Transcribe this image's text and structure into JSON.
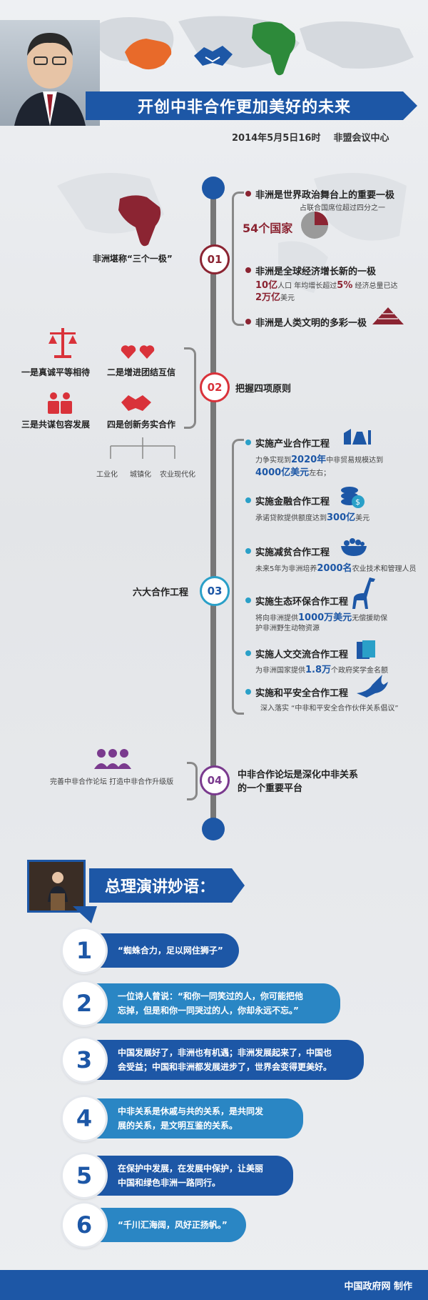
{
  "header": {
    "title": "开创中非合作更加美好的未来",
    "dateline": "2014年5月5日16时    非盟会议中心"
  },
  "section1": {
    "caption": "非洲堪称“三个一极”",
    "num": "01",
    "item1_title": "非洲是世界政治舞台上的重要一极",
    "item1_sub": "占联合国席位超过四分之一",
    "item1_big": "54个国家",
    "item2_title": "非洲是全球经济增长新的一极",
    "item2_line1_a": "10亿",
    "item2_line1_b": "人口 年均增长超过",
    "item2_line1_c": "5%",
    "item2_line1_d": " 经济总量已达",
    "item2_line2_a": "2万亿",
    "item2_line2_b": "美元",
    "item3_title": "非洲是人类文明的多彩一极"
  },
  "section2": {
    "num": "02",
    "caption": "把握四项原则",
    "p1": "一是真诚平等相待",
    "p2": "二是增进团结互信",
    "p3": "三是共谋包容发展",
    "p4": "四是创新务实合作",
    "b1": "工业化",
    "b2": "城镇化",
    "b3": "农业现代化"
  },
  "section3": {
    "num": "03",
    "caption": "六大合作工程",
    "e1_title": "实施产业合作工程",
    "e1_a": "力争实现到",
    "e1_b": "2020年",
    "e1_c": "中非贸易规模达到",
    "e1_d": "4000亿美元",
    "e1_e": "左右；",
    "e2_title": "实施金融合作工程",
    "e2_a": "承诺贷款提供额度达到",
    "e2_b": "300亿",
    "e2_c": "美元",
    "e3_title": "实施减贫合作工程",
    "e3_a": "未来5年为非洲培养",
    "e3_b": "2000名",
    "e3_c": "农业技术和管理人员",
    "e4_title": "实施生态环保合作工程",
    "e4_a": "将向非洲提供",
    "e4_b": "1000万美元",
    "e4_c": "无偿援助保",
    "e4_d": "护非洲野生动物资源",
    "e5_title": "实施人文交流合作工程",
    "e5_a": "为非洲国家提供",
    "e5_b": "1.8万",
    "e5_c": "个政府奖学金名额",
    "e6_title": "实施和平安全合作工程",
    "e6_a": "深入落实 “中非和平安全合作伙伴关系倡议”"
  },
  "section4": {
    "num": "04",
    "left": "完善中非合作论坛 打造中非合作升级版",
    "right1": "中非合作论坛是深化中非关系",
    "right2": "的一个重要平台"
  },
  "quotes": {
    "title": "总理演讲妙语：",
    "items": [
      {
        "n": "1",
        "l1": "“蜘蛛合力，足以网住狮子”",
        "l2": ""
      },
      {
        "n": "2",
        "l1": "一位诗人曾说：“和你一同笑过的人，你可能把他",
        "l2": "忘掉，但是和你一同哭过的人，你却永远不忘。”"
      },
      {
        "n": "3",
        "l1": "中国发展好了，非洲也有机遇；非洲发展起来了，中国也",
        "l2": "会受益；中国和非洲都发展进步了，世界会变得更美好。"
      },
      {
        "n": "4",
        "l1": "中非关系是休戚与共的关系，是共同发",
        "l2": "展的关系，是文明互鉴的关系。"
      },
      {
        "n": "5",
        "l1": "在保护中发展，在发展中保护，让美丽",
        "l2": "中国和绿色非洲一路同行。"
      },
      {
        "n": "6",
        "l1": "“千川汇海阔，风好正扬帆。”",
        "l2": ""
      }
    ]
  },
  "footer": {
    "credit": "中国政府网 制作"
  },
  "colors": {
    "brand_blue": "#1d57a6",
    "maroon": "#8b2432",
    "red": "#d9323a",
    "teal": "#2aa0c8",
    "purple": "#7a3a8e"
  }
}
